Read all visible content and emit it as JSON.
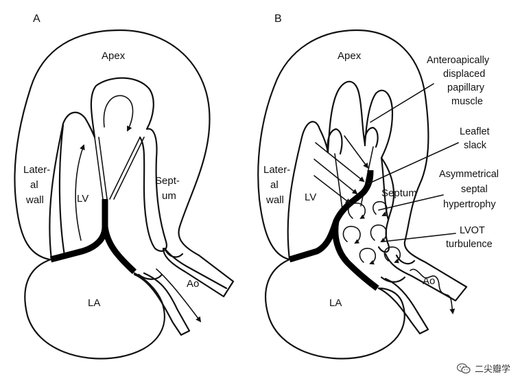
{
  "panels": {
    "a": {
      "letter": "A",
      "apex": "Apex",
      "lateral_wall": [
        "Later-",
        "al",
        "wall"
      ],
      "lv": "LV",
      "septum": [
        "Sept-",
        "um"
      ],
      "la": "LA",
      "ao": "Ao"
    },
    "b": {
      "letter": "B",
      "apex": "Apex",
      "lateral_wall": [
        "Later-",
        "al",
        "wall"
      ],
      "lv": "LV",
      "septum": "Septum",
      "la": "LA",
      "ao": "Ao"
    }
  },
  "annotations": {
    "papillary": [
      "Anteroapically",
      "displaced",
      "papillary",
      "muscle"
    ],
    "leaflet": [
      "Leaflet",
      "slack"
    ],
    "hypertrophy": [
      "Asymmetrical",
      "septal",
      "hypertrophy"
    ],
    "lvot": [
      "LVOT",
      "turbulence"
    ]
  },
  "watermark": {
    "text": "二尖瓣学",
    "icon": "wechat-icon"
  }
}
